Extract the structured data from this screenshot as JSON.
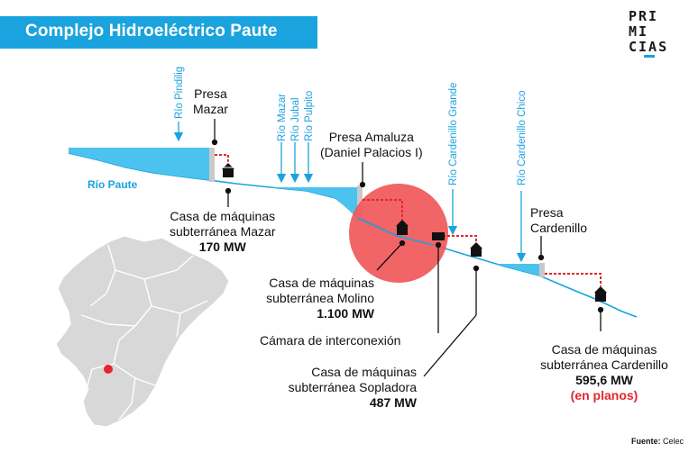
{
  "title": "Complejo Hidroeléctrico Paute",
  "logo": {
    "line1": "PRI",
    "line2": "MI",
    "line3": "CIAS"
  },
  "rivers": {
    "paute": "Río Paute",
    "pindilig": "Río Pindilig",
    "mazar": "Río Mazar",
    "jubal": "Río Jubal",
    "pulpito": "Río Pulpito",
    "cardenillo_grande": "Río Cardenillo Grande",
    "cardenillo_chico": "Río Cardenillo Chico"
  },
  "labels": {
    "presa_mazar_1": "Presa",
    "presa_mazar_2": "Mazar",
    "presa_amaluza_1": "Presa Amaluza",
    "presa_amaluza_2": "(Daniel Palacios I)",
    "presa_cardenillo_1": "Presa",
    "presa_cardenillo_2": "Cardenillo",
    "casa_mazar_1": "Casa de máquinas",
    "casa_mazar_2": "subterránea Mazar",
    "casa_mazar_mw": "170 MW",
    "casa_molino_1": "Casa de máquinas",
    "casa_molino_2": "subterránea Molino",
    "casa_molino_mw": "1.100 MW",
    "camara": "Cámara de interconexión",
    "casa_sopladora_1": "Casa de máquinas",
    "casa_sopladora_2": "subterránea Sopladora",
    "casa_sopladora_mw": "487 MW",
    "casa_cardenillo_1": "Casa de máquinas",
    "casa_cardenillo_2": "subterránea Cardenillo",
    "casa_cardenillo_mw": "595,6 MW",
    "casa_cardenillo_note": "(en planos)"
  },
  "source": {
    "label": "Fuente:",
    "value": "Celec"
  },
  "colors": {
    "accent": "#1aa3de",
    "water": "#4cc3ee",
    "highlight": "#f0585a",
    "note": "#e3262c",
    "map": "#d8d8d8"
  }
}
